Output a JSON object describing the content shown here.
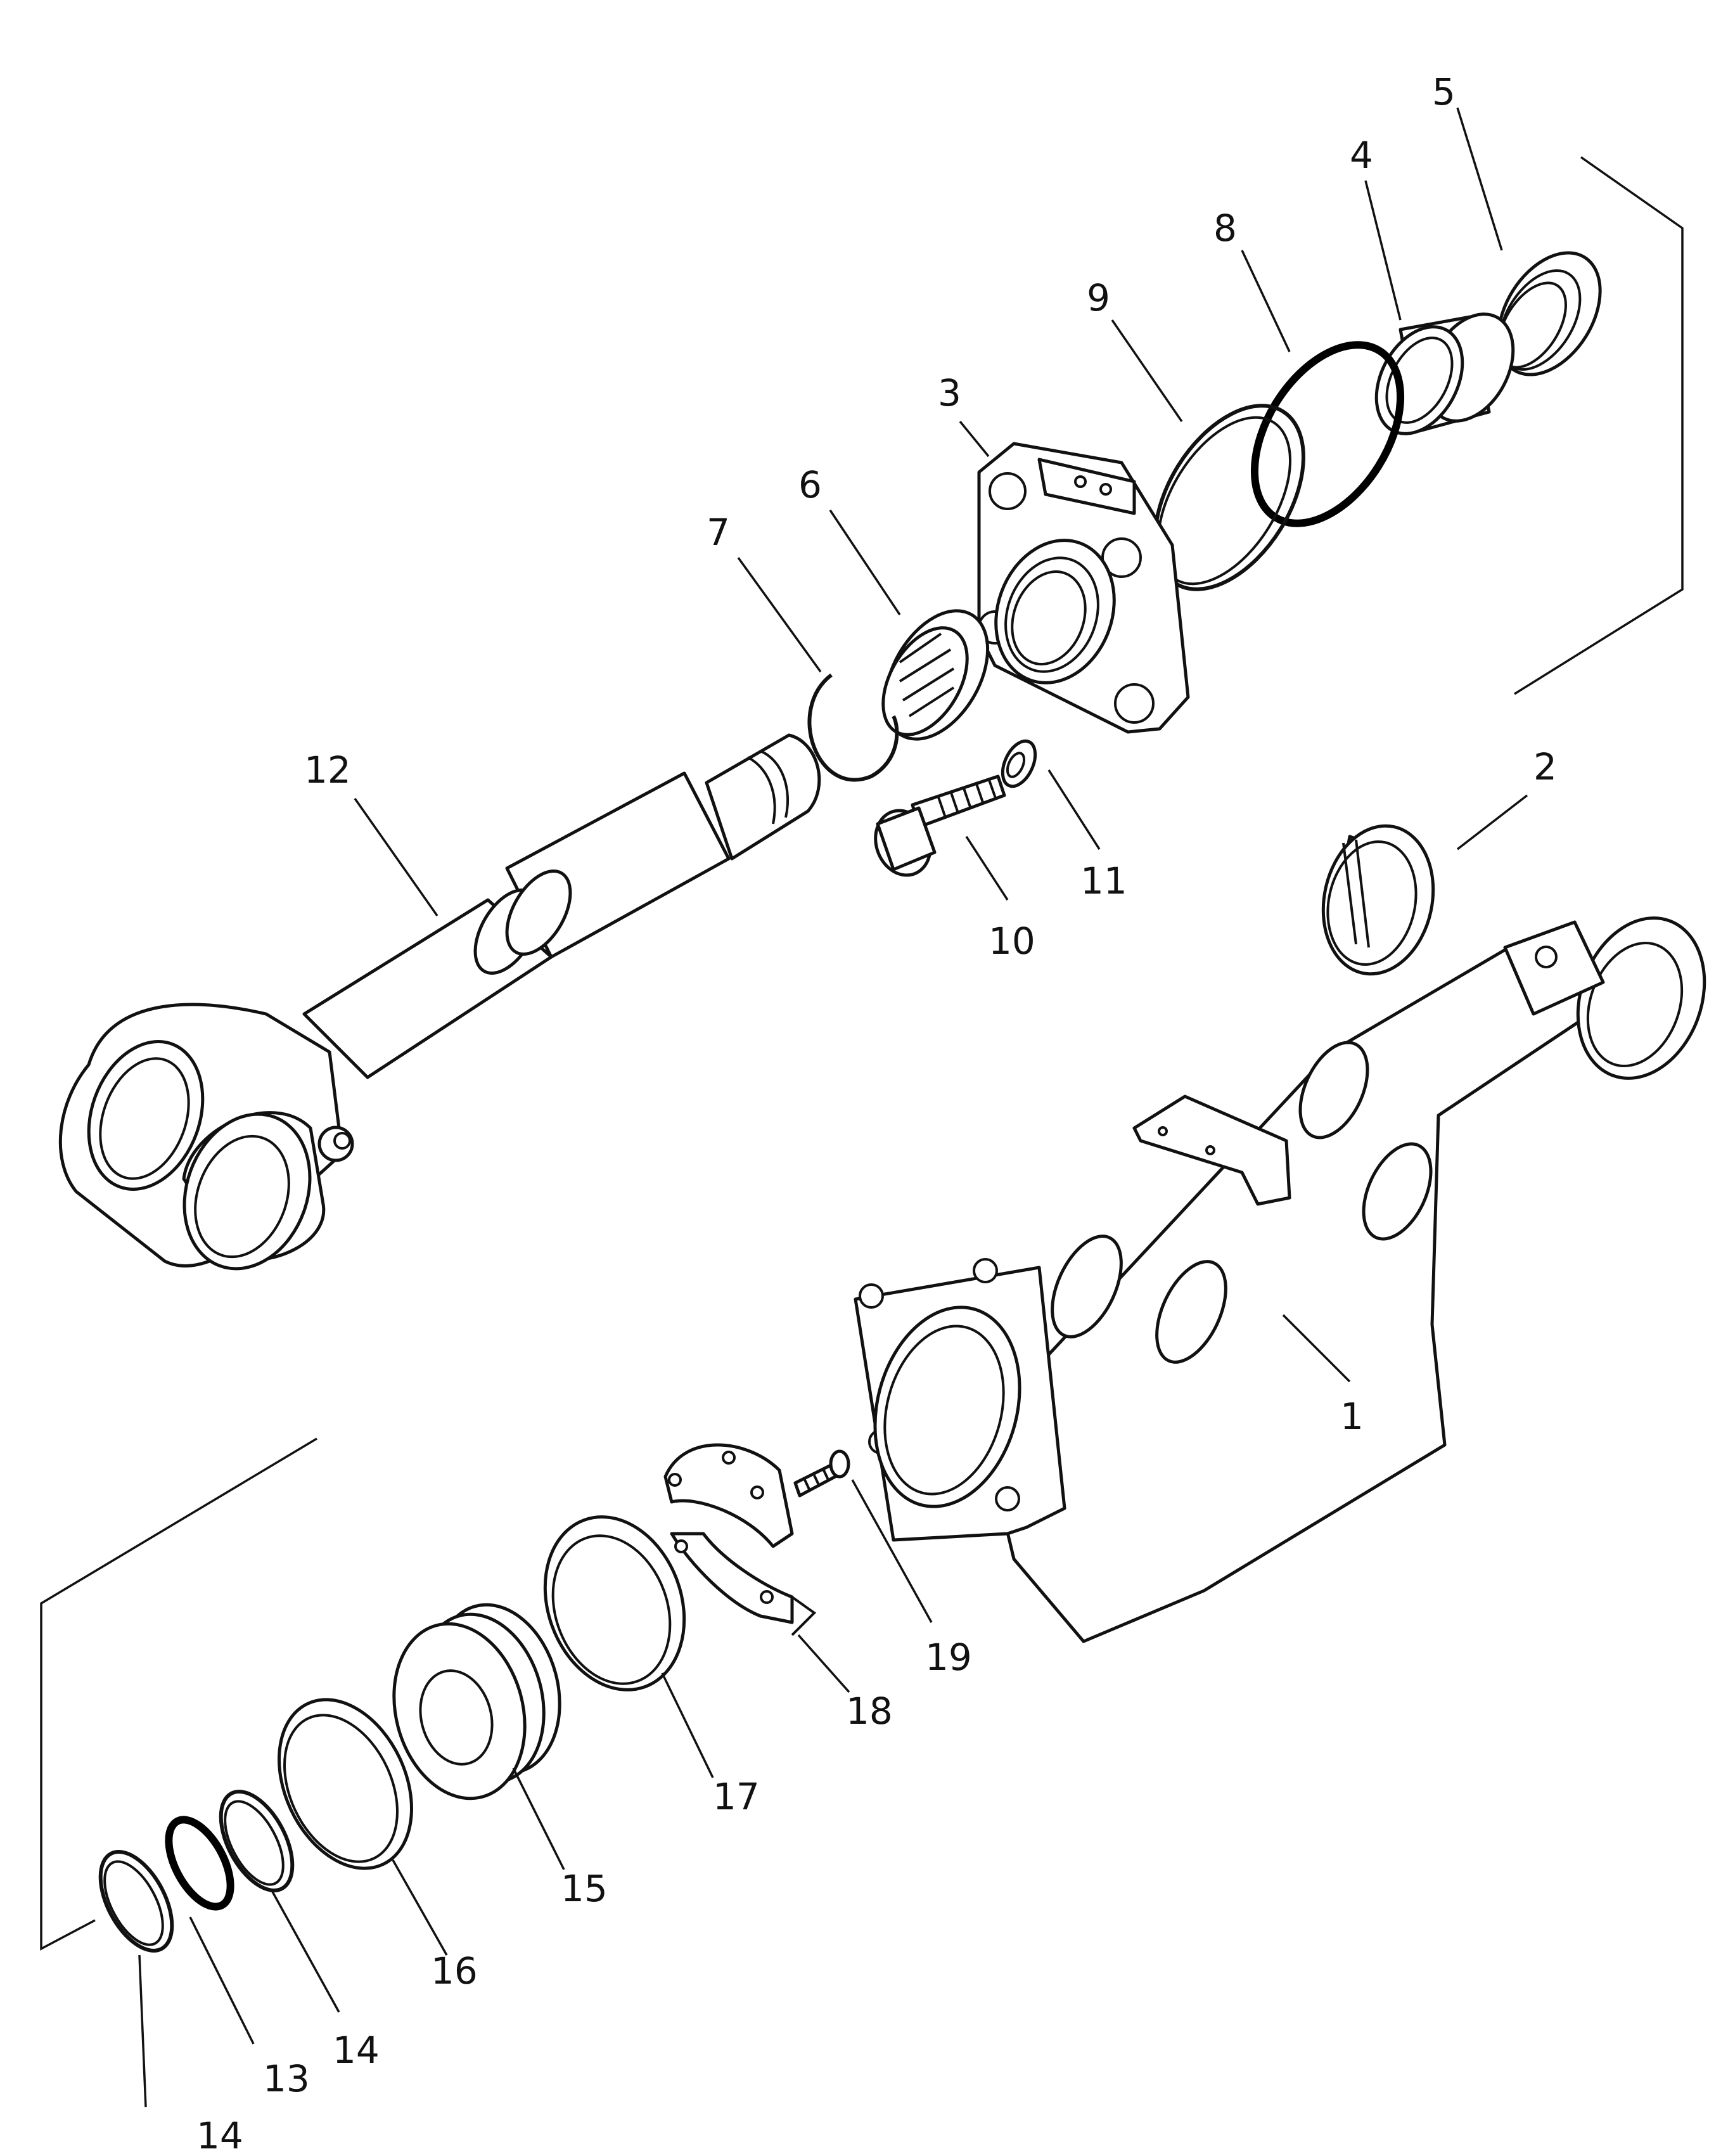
{
  "callouts": [
    {
      "id": "1",
      "label": "1"
    },
    {
      "id": "2",
      "label": "2"
    },
    {
      "id": "3",
      "label": "3"
    },
    {
      "id": "4",
      "label": "4"
    },
    {
      "id": "5",
      "label": "5"
    },
    {
      "id": "6",
      "label": "6"
    },
    {
      "id": "7",
      "label": "7"
    },
    {
      "id": "8",
      "label": "8"
    },
    {
      "id": "9",
      "label": "9"
    },
    {
      "id": "10",
      "label": "10"
    },
    {
      "id": "11",
      "label": "11"
    },
    {
      "id": "12",
      "label": "12"
    },
    {
      "id": "13",
      "label": "13"
    },
    {
      "id": "14a",
      "label": "14"
    },
    {
      "id": "14b",
      "label": "14"
    },
    {
      "id": "15",
      "label": "15"
    },
    {
      "id": "16",
      "label": "16"
    },
    {
      "id": "17",
      "label": "17"
    },
    {
      "id": "18",
      "label": "18"
    },
    {
      "id": "19",
      "label": "19"
    }
  ]
}
